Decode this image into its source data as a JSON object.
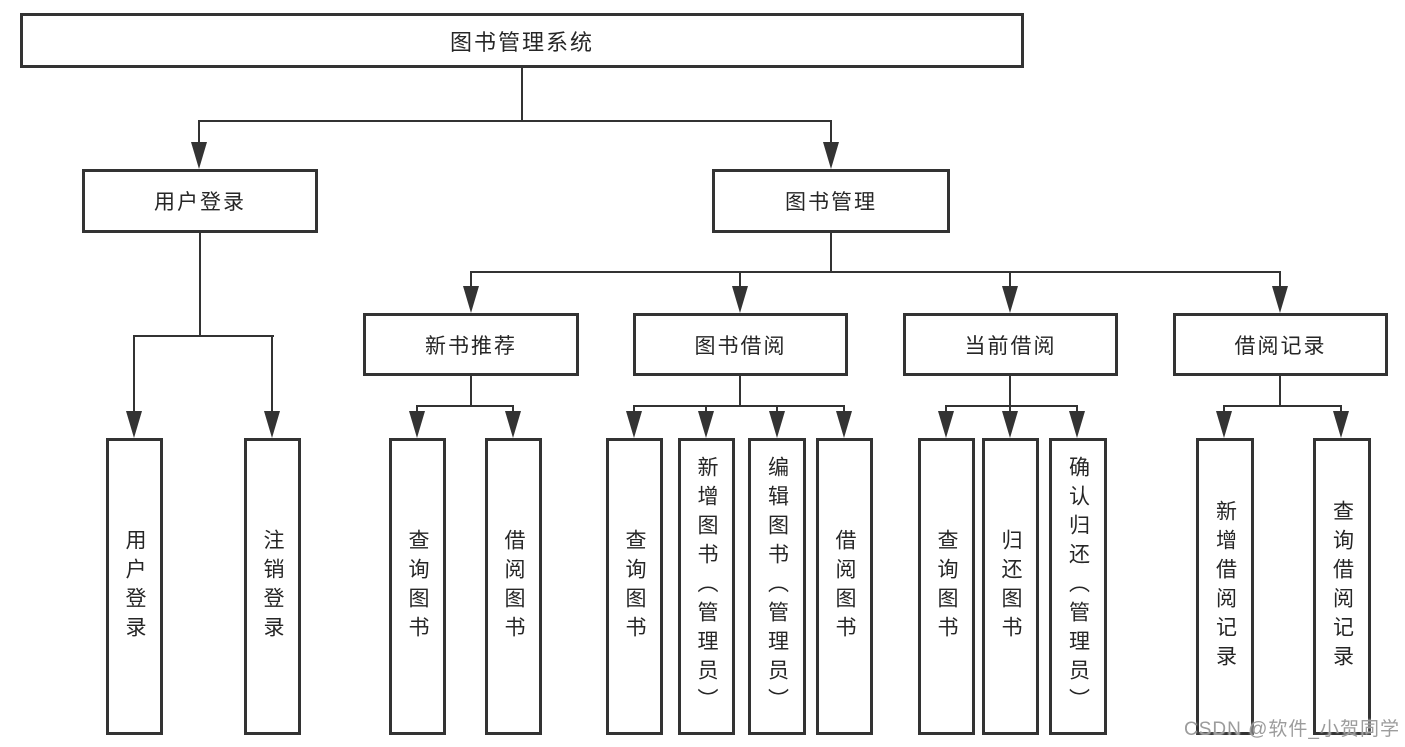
{
  "diagram_type": "hierarchy-tree",
  "tree": {
    "root": {
      "label": "图书管理系统"
    },
    "branches": [
      {
        "label": "用户登录",
        "children": [
          {
            "label": "用户登录"
          },
          {
            "label": "注销登录"
          }
        ]
      },
      {
        "label": "图书管理",
        "children": [
          {
            "label": "新书推荐",
            "children": [
              {
                "label": "查询图书"
              },
              {
                "label": "借阅图书"
              }
            ]
          },
          {
            "label": "图书借阅",
            "children": [
              {
                "label": "查询图书"
              },
              {
                "label": "新增图书（管理员）"
              },
              {
                "label": "编辑图书（管理员）"
              },
              {
                "label": "借阅图书"
              }
            ]
          },
          {
            "label": "当前借阅",
            "children": [
              {
                "label": "查询图书"
              },
              {
                "label": "归还图书"
              },
              {
                "label": "确认归还（管理员）"
              }
            ]
          },
          {
            "label": "借阅记录",
            "children": [
              {
                "label": "新增借阅记录"
              },
              {
                "label": "查询借阅记录"
              }
            ]
          }
        ]
      }
    ]
  },
  "watermark": "CSDN @软件_小贺同学",
  "colors": {
    "line": "#333333",
    "text": "#262626",
    "watermark": "#9c9c9c",
    "background": "#ffffff"
  }
}
